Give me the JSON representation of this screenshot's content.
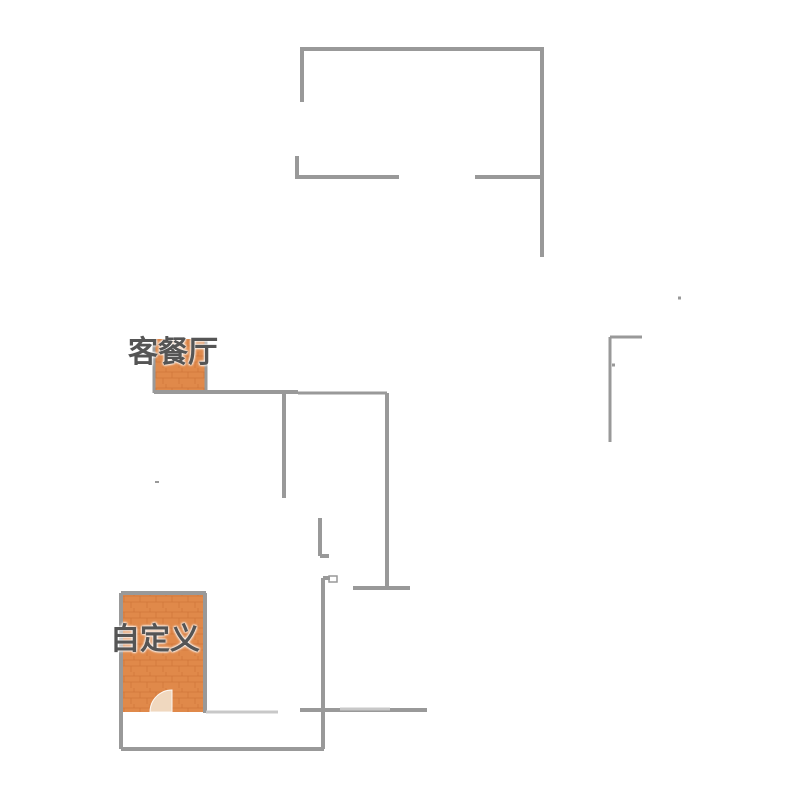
{
  "plan": {
    "wall_color": "#999999",
    "wall_light_color": "#c8c8c8",
    "floor_color": "#e0894a",
    "floor_dark_color": "#c96f34",
    "door_fill": "#f1ddc6",
    "rooms": [
      {
        "id": "living",
        "label": "客餐厅",
        "floor": "wood"
      },
      {
        "id": "custom",
        "label": "自定义",
        "floor": "wood",
        "door": "swing"
      }
    ]
  }
}
